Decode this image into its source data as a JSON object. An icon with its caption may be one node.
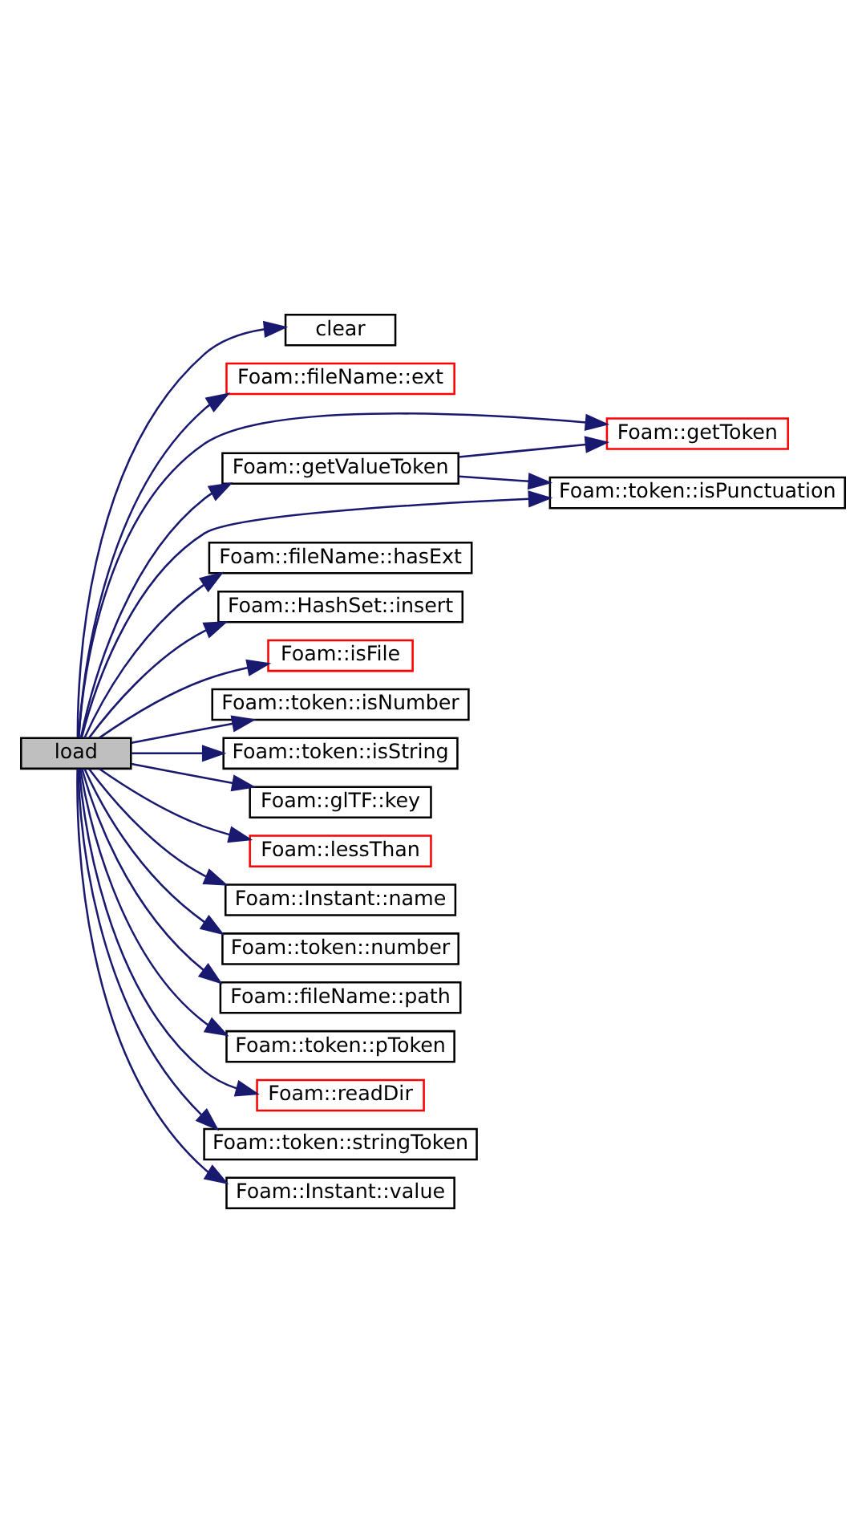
{
  "diagram": {
    "nodes": [
      {
        "text": [
          "load"
        ]
      },
      {
        "text": [
          "clear"
        ]
      },
      {
        "text": [
          "Foam::fileName::ext"
        ]
      },
      {
        "text": [
          "Foam::getToken"
        ]
      },
      {
        "text": [
          "Foam::getValueToken"
        ]
      },
      {
        "text": [
          "Foam::token::isPunctuation"
        ]
      },
      {
        "text": [
          "Foam::fileName::hasExt"
        ]
      },
      {
        "text": [
          "Foam::HashSet::insert"
        ]
      },
      {
        "text": [
          "Foam::isFile"
        ]
      },
      {
        "text": [
          "Foam::token::isNumber"
        ]
      },
      {
        "text": [
          "Foam::token::isString"
        ]
      },
      {
        "text": [
          "Foam::glTF::key"
        ]
      },
      {
        "text": [
          "Foam::lessThan"
        ]
      },
      {
        "text": [
          "Foam::Instant::name"
        ]
      },
      {
        "text": [
          "Foam::token::number"
        ]
      },
      {
        "text": [
          "Foam::fileName::path"
        ]
      },
      {
        "text": [
          "Foam::token::pToken"
        ]
      },
      {
        "text": [
          "Foam::readDir"
        ]
      },
      {
        "text": [
          "Foam::token::stringToken"
        ]
      },
      {
        "text": [
          "Foam::Instant::value"
        ]
      }
    ],
    "edges": [
      {
        "from": 0,
        "to": 1,
        "arrow": "to"
      },
      {
        "from": 0,
        "to": 2,
        "arrow": "to"
      },
      {
        "from": 0,
        "to": 3,
        "arrow": "to"
      },
      {
        "from": 0,
        "to": 4,
        "arrow": "to"
      },
      {
        "from": 4,
        "to": 3,
        "arrow": "to"
      },
      {
        "from": 4,
        "to": 5,
        "arrow": "to"
      },
      {
        "from": 0,
        "to": 5,
        "arrow": "to"
      },
      {
        "from": 0,
        "to": 6,
        "arrow": "to"
      },
      {
        "from": 0,
        "to": 7,
        "arrow": "to"
      },
      {
        "from": 0,
        "to": 8,
        "arrow": "to"
      },
      {
        "from": 0,
        "to": 9,
        "arrow": "to"
      },
      {
        "from": 0,
        "to": 10,
        "arrow": "to"
      },
      {
        "from": 0,
        "to": 11,
        "arrow": "to"
      },
      {
        "from": 0,
        "to": 12,
        "arrow": "to"
      },
      {
        "from": 0,
        "to": 13,
        "arrow": "to"
      },
      {
        "from": 0,
        "to": 14,
        "arrow": "to"
      },
      {
        "from": 0,
        "to": 15,
        "arrow": "to"
      },
      {
        "from": 0,
        "to": 16,
        "arrow": "to"
      },
      {
        "from": 0,
        "to": 17,
        "arrow": "to"
      },
      {
        "from": 0,
        "to": 18,
        "arrow": "to"
      },
      {
        "from": 0,
        "to": 19,
        "arrow": "to"
      }
    ]
  }
}
